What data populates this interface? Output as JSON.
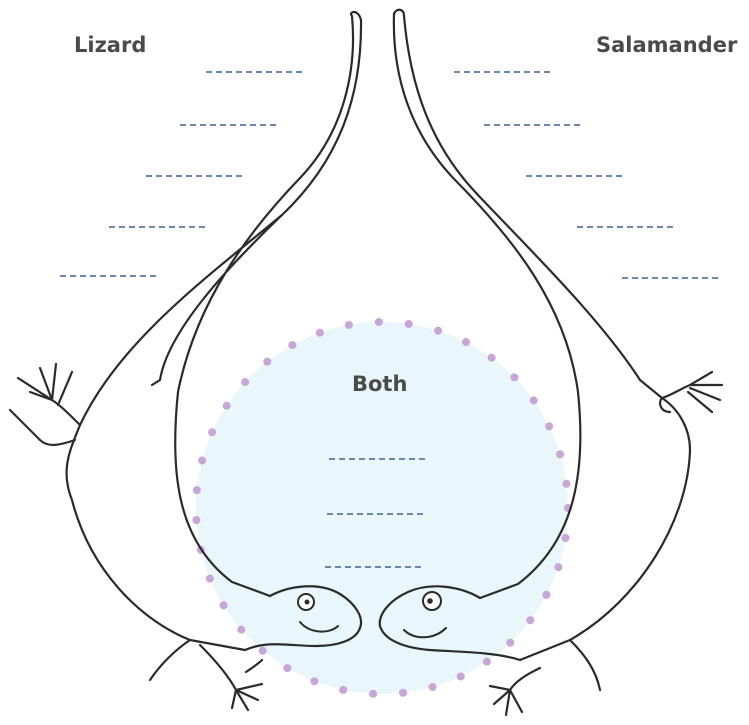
{
  "labels": {
    "lizard": "Lizard",
    "salamander": "Salamander",
    "both": "Both"
  },
  "colors": {
    "outline": "#2b2b2b",
    "blank_line": "#6c87ad",
    "circle_fill": "#e9f7fb",
    "circle_dots": "#c9a6d8",
    "label_text": "#4a4a4a"
  },
  "blanks": {
    "lizard_count": 5,
    "salamander_count": 5,
    "both_count": 3
  }
}
